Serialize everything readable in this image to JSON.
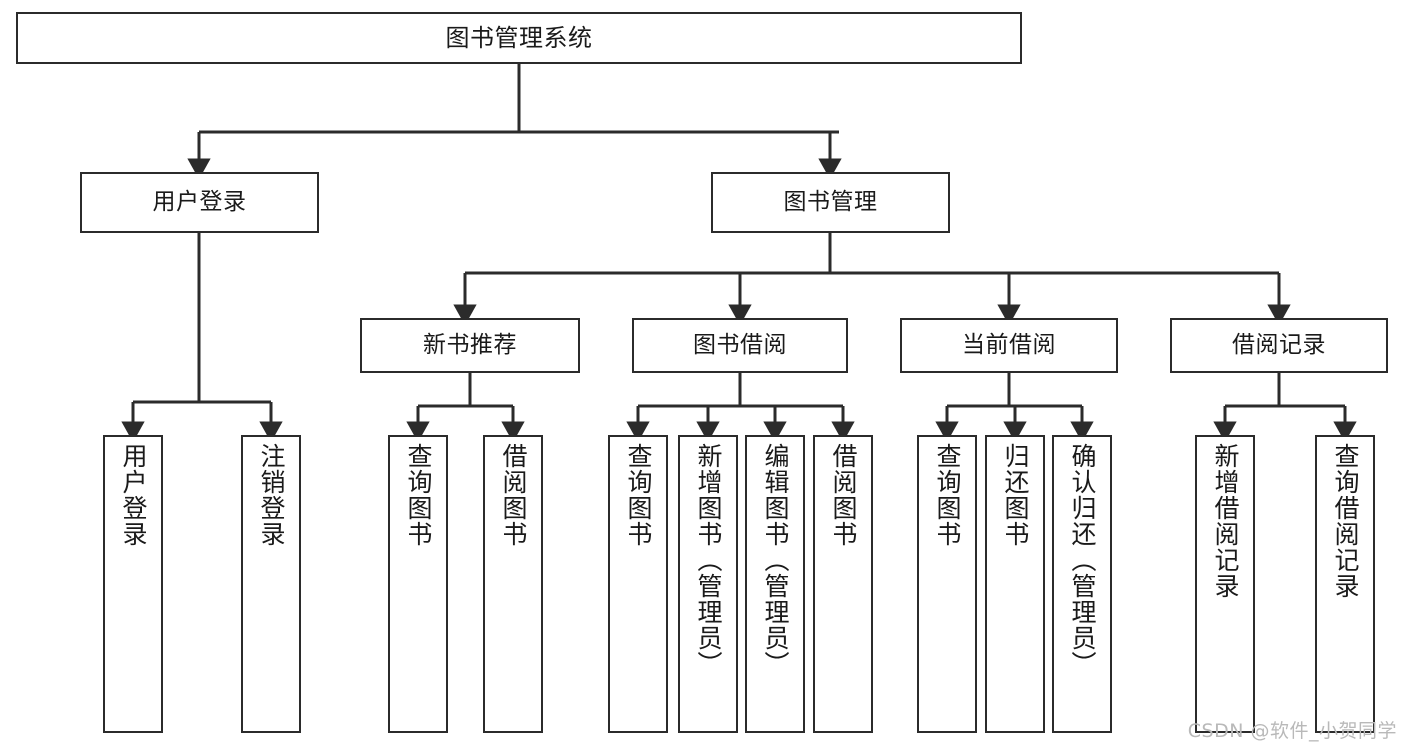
{
  "diagram": {
    "title": "图书管理系统",
    "watermark": "CSDN @软件_小贺同学",
    "colors": {
      "background": "#ffffff",
      "node_border": "#2b2b2b",
      "node_fill": "#ffffff",
      "edge": "#2b2b2b",
      "text": "#1a1a1a",
      "watermark": "#b9b9b9"
    },
    "root": {
      "label": "图书管理系统"
    },
    "level1": [
      {
        "label": "用户登录"
      },
      {
        "label": "图书管理"
      }
    ],
    "level2": [
      {
        "label": "新书推荐"
      },
      {
        "label": "图书借阅"
      },
      {
        "label": "当前借阅"
      },
      {
        "label": "借阅记录"
      }
    ],
    "leaves": {
      "user_login": [
        {
          "label": "用户登录"
        },
        {
          "label": "注销登录"
        }
      ],
      "new_book_recommend": [
        {
          "label": "查询图书"
        },
        {
          "label": "借阅图书"
        }
      ],
      "book_borrow": [
        {
          "label": "查询图书"
        },
        {
          "label": "新增图书（管理员）"
        },
        {
          "label": "编辑图书（管理员）"
        },
        {
          "label": "借阅图书"
        }
      ],
      "current_borrow": [
        {
          "label": "查询图书"
        },
        {
          "label": "归还图书"
        },
        {
          "label": "确认归还（管理员）"
        }
      ],
      "borrow_record": [
        {
          "label": "新增借阅记录"
        },
        {
          "label": "查询借阅记录"
        }
      ]
    }
  }
}
